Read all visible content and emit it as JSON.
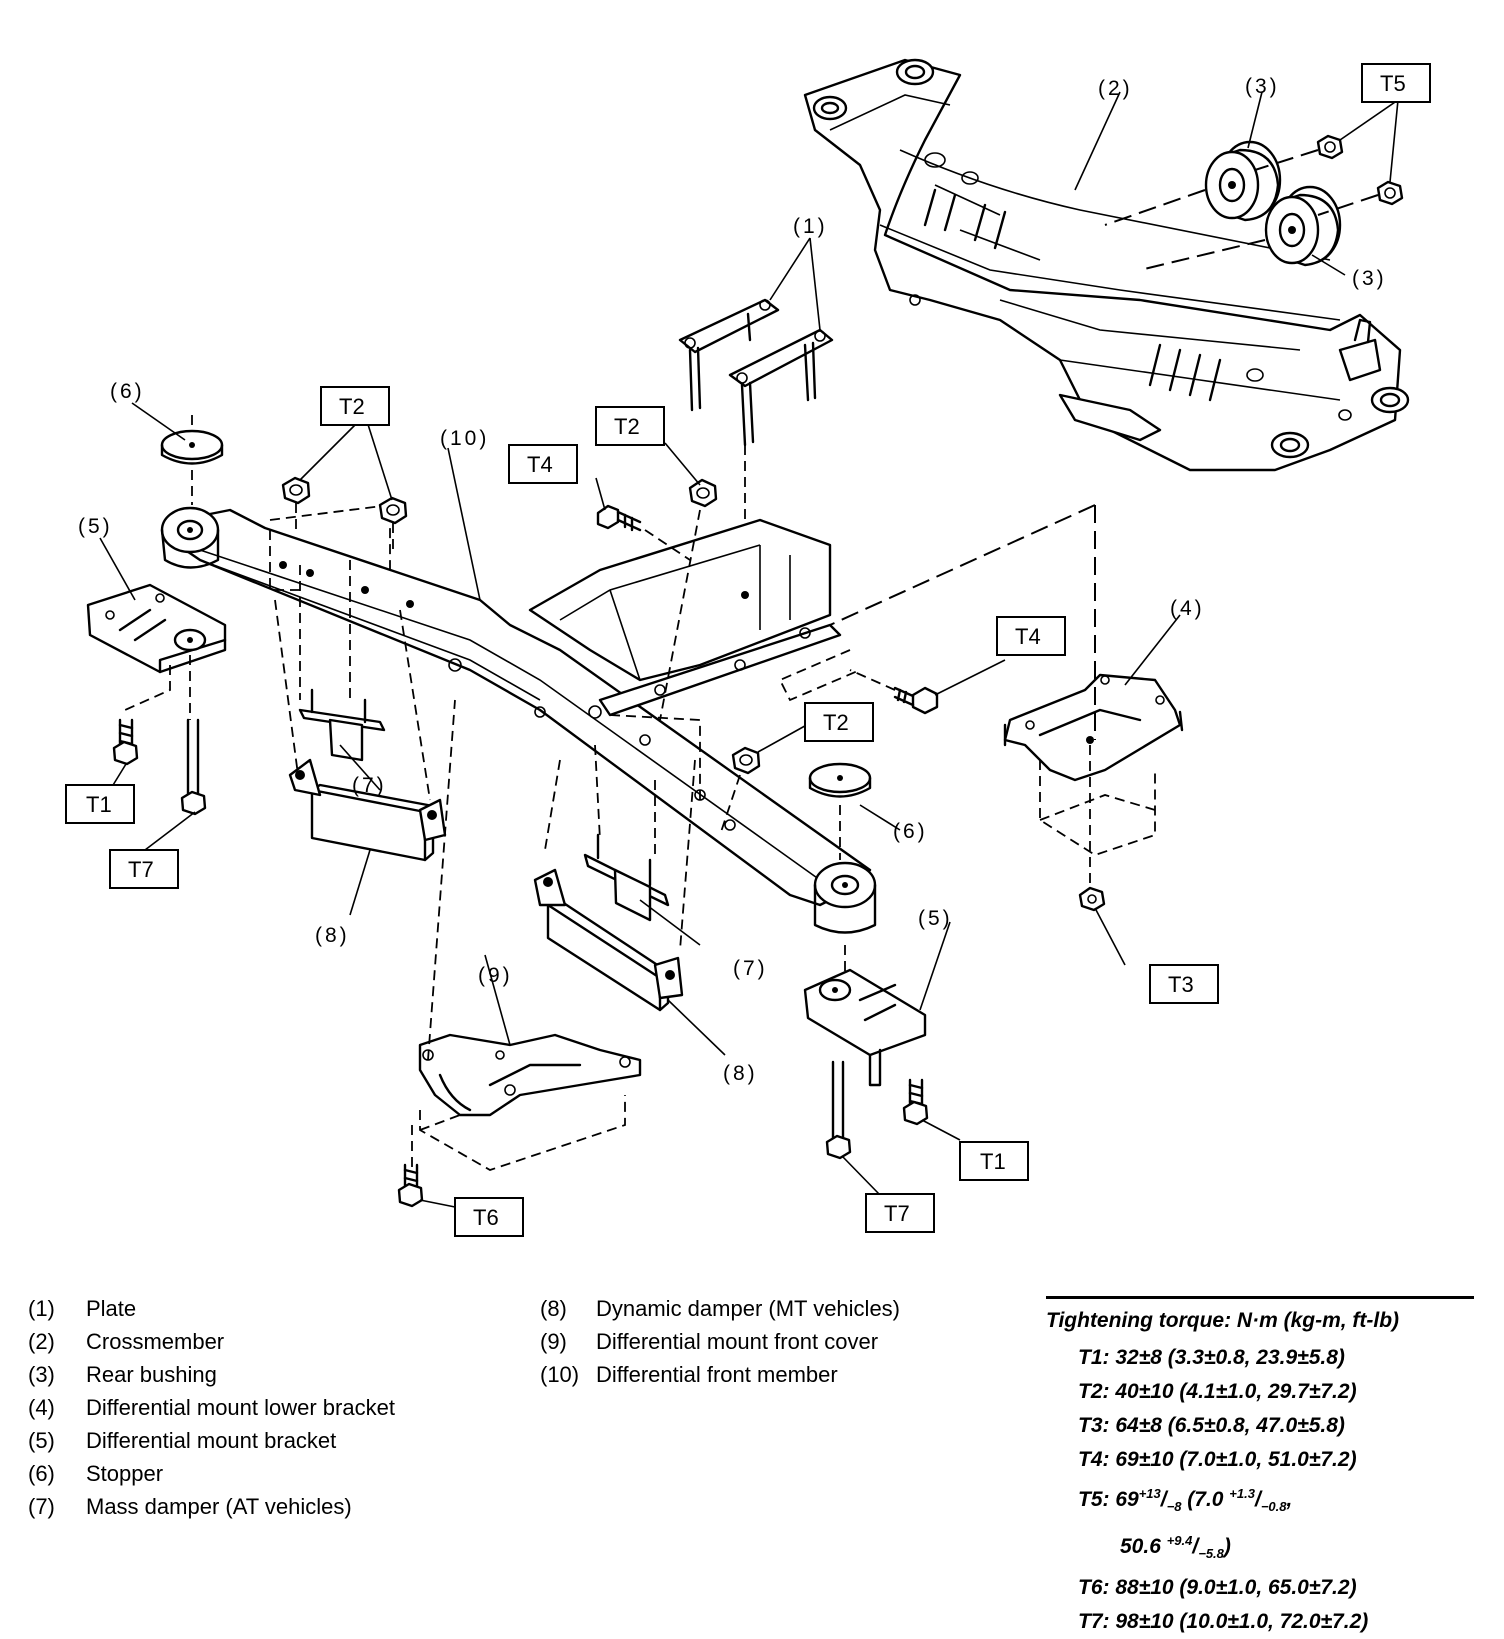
{
  "diagram": {
    "callouts": {
      "plate": "(1)",
      "crossmember": "(2)",
      "rear_bushing": "(3)",
      "diff_mount_lower_bracket": "(4)",
      "diff_mount_bracket": "(5)",
      "stopper": "(6)",
      "mass_damper": "(7)",
      "dynamic_damper": "(8)",
      "diff_mount_front_cover": "(9)",
      "diff_front_member": "(10)"
    },
    "torque_tags": {
      "t1": "T1",
      "t2": "T2",
      "t3": "T3",
      "t4": "T4",
      "t5": "T5",
      "t6": "T6",
      "t7": "T7"
    }
  },
  "legend": {
    "left": [
      {
        "num": "(1)",
        "label": "Plate"
      },
      {
        "num": "(2)",
        "label": "Crossmember"
      },
      {
        "num": "(3)",
        "label": "Rear bushing"
      },
      {
        "num": "(4)",
        "label": "Differential mount lower bracket"
      },
      {
        "num": "(5)",
        "label": "Differential mount bracket"
      },
      {
        "num": "(6)",
        "label": "Stopper"
      },
      {
        "num": "(7)",
        "label": "Mass damper (AT vehicles)"
      }
    ],
    "middle": [
      {
        "num": "(8)",
        "label": "Dynamic damper (MT vehicles)"
      },
      {
        "num": "(9)",
        "label": "Differential mount front cover"
      },
      {
        "num": "(10)",
        "label": "Differential front member"
      }
    ]
  },
  "torque": {
    "heading": "Tightening torque: N·m (kg-m, ft-lb)",
    "t1": "T1: 32±8 (3.3±0.8, 23.9±5.8)",
    "t2": "T2: 40±10 (4.1±1.0, 29.7±7.2)",
    "t3": "T3: 64±8 (6.5±0.8, 47.0±5.8)",
    "t4": "T4: 69±10 (7.0±1.0, 51.0±7.2)",
    "t5": {
      "prefix": "T5: 69",
      "sup1": "+13",
      "sub1": "−8",
      "mid": " (7.0 ",
      "sup2": "+1.3",
      "sub2": "−0.8",
      "line2_value": "50.6 ",
      "sup3": "+9.4",
      "sub3": "−5.8"
    },
    "t6": "T6: 88±10 (9.0±1.0, 65.0±7.2)",
    "t7": "T7: 98±10 (10.0±1.0, 72.0±7.2)"
  }
}
